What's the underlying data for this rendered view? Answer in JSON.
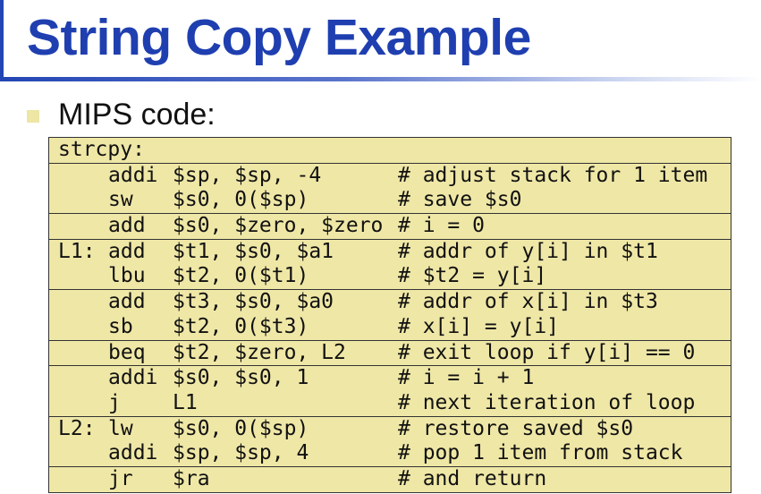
{
  "slide": {
    "title": "String Copy Example",
    "bullet": "MIPS code:"
  },
  "code_groups": [
    [
      {
        "label": "strcpy:",
        "op": "",
        "args": "",
        "comment": ""
      }
    ],
    [
      {
        "label": "",
        "op": "addi",
        "args": "$sp, $sp, -4",
        "comment": "# adjust stack for 1 item"
      },
      {
        "label": "",
        "op": "sw",
        "args": "$s0, 0($sp)",
        "comment": "# save $s0"
      }
    ],
    [
      {
        "label": "",
        "op": "add",
        "args": "$s0, $zero, $zero",
        "comment": "# i = 0"
      }
    ],
    [
      {
        "label": "L1:",
        "op": "add",
        "args": "$t1, $s0, $a1",
        "comment": "# addr of y[i] in $t1"
      },
      {
        "label": "",
        "op": "lbu",
        "args": "$t2, 0($t1)",
        "comment": "# $t2 = y[i]"
      }
    ],
    [
      {
        "label": "",
        "op": "add",
        "args": "$t3, $s0, $a0",
        "comment": "# addr of x[i] in $t3"
      },
      {
        "label": "",
        "op": "sb",
        "args": "$t2, 0($t3)",
        "comment": "# x[i] = y[i]"
      }
    ],
    [
      {
        "label": "",
        "op": "beq",
        "args": "$t2, $zero, L2",
        "comment": "# exit loop if y[i] == 0"
      }
    ],
    [
      {
        "label": "",
        "op": "addi",
        "args": "$s0, $s0, 1",
        "comment": "# i = i + 1"
      },
      {
        "label": "",
        "op": "j",
        "args": "L1",
        "comment": "# next iteration of loop"
      }
    ],
    [
      {
        "label": "L2:",
        "op": "lw",
        "args": "$s0, 0($sp)",
        "comment": "# restore saved $s0"
      },
      {
        "label": "",
        "op": "addi",
        "args": "$sp, $sp, 4",
        "comment": "# pop 1 item from stack"
      }
    ],
    [
      {
        "label": "",
        "op": "jr",
        "args": "$ra",
        "comment": "# and return"
      }
    ]
  ]
}
